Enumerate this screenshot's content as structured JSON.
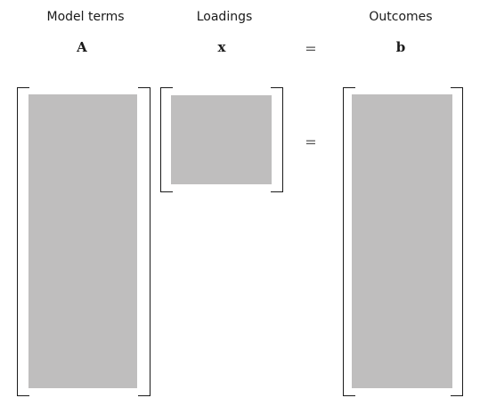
{
  "headings": {
    "model_terms": "Model terms",
    "loadings": "Loadings",
    "outcomes": "Outcomes"
  },
  "symbols": {
    "A": "A",
    "x": "x",
    "equals_top": "=",
    "b": "b",
    "equals_mid": "="
  },
  "colors": {
    "block_fill": "#bfbebe",
    "bracket_stroke": "#1a1a1a",
    "text": "#1a1a1a"
  }
}
